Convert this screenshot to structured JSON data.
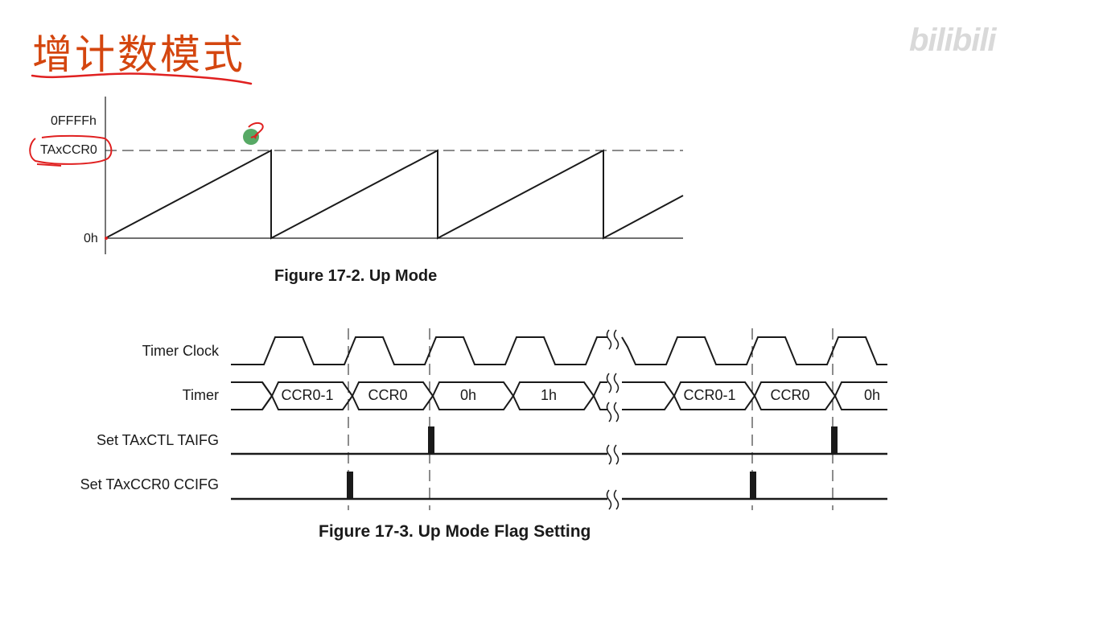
{
  "page": {
    "title": "增计数模式",
    "watermark": "bilibili",
    "accent_color": "#d4460f",
    "annotation_color": "#e02020",
    "cursor_color": "#3a9a4a"
  },
  "figure1": {
    "caption": "Figure 17-2. Up Mode",
    "y_labels": {
      "max": "0FFFFh",
      "ccr0": "TAxCCR0",
      "zero": "0h"
    }
  },
  "figure2": {
    "caption": "Figure 17-3. Up Mode Flag Setting",
    "signals": {
      "clock": "Timer Clock",
      "timer": "Timer",
      "taifg": "Set TAxCTL TAIFG",
      "ccifg": "Set TAxCCR0 CCIFG"
    },
    "timer_values": [
      "CCR0-1",
      "CCR0",
      "0h",
      "1h",
      "CCR0-1",
      "CCR0",
      "0h"
    ]
  }
}
